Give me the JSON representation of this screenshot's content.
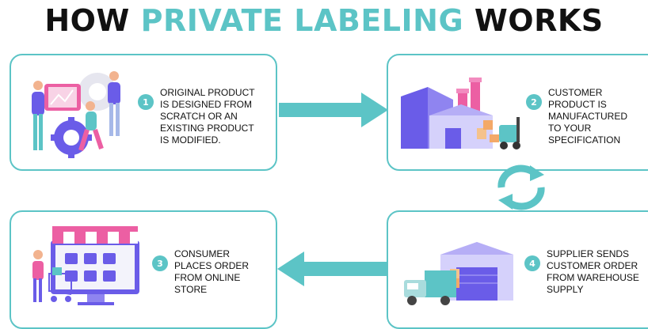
{
  "title": {
    "part1": "HOW",
    "accent": "PRIVATE LABELING",
    "part2": "WORKS"
  },
  "steps": [
    {
      "number": "1",
      "text": "ORIGINAL PRODUCT\nIS DESIGNED FROM\nSCRATCH OR AN\nEXISTING PRODUCT\nIS MODIFIED."
    },
    {
      "number": "2",
      "text": "CUSTOMER\nPRODUCT IS\nMANUFACTURED\nTO YOUR\nSPECIFICATION"
    },
    {
      "number": "3",
      "text": "CONSUMER\nPLACES ORDER\nFROM ONLINE\nSTORE"
    },
    {
      "number": "4",
      "text": "SUPPLIER SENDS\nCUSTOMER ORDER\nFROM WAREHOUSE\nSUPPLY"
    }
  ],
  "colors": {
    "accent": "#5cc4c6",
    "purple": "#6a5ce8",
    "pink": "#ec5fa3",
    "title": "#111111"
  },
  "icons": [
    "gear-icon",
    "factory-icon",
    "forklift-icon",
    "refresh-cycle-icon",
    "online-store-icon",
    "shopping-cart-icon",
    "warehouse-icon",
    "delivery-truck-icon"
  ]
}
